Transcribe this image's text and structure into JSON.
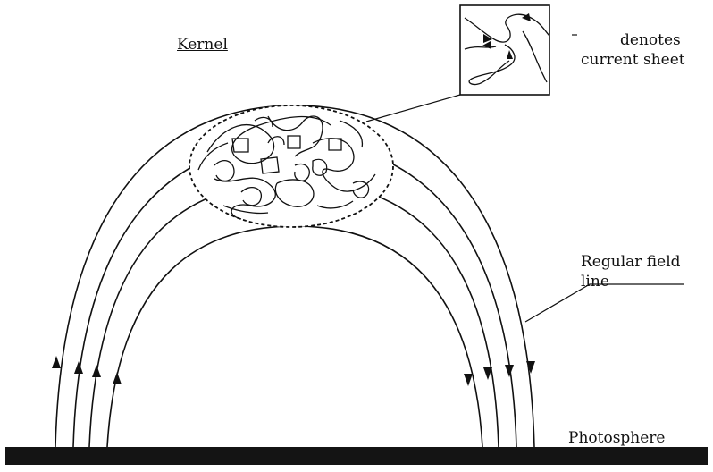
{
  "labels": {
    "kernel": "Kernel",
    "legend_line1": "denotes",
    "legend_line2": "current sheet",
    "field_line1": "Regular field",
    "field_line2": "line",
    "photosphere": "Photosphere"
  },
  "colors": {
    "ink": "#111111",
    "photosphere": "#141414"
  }
}
